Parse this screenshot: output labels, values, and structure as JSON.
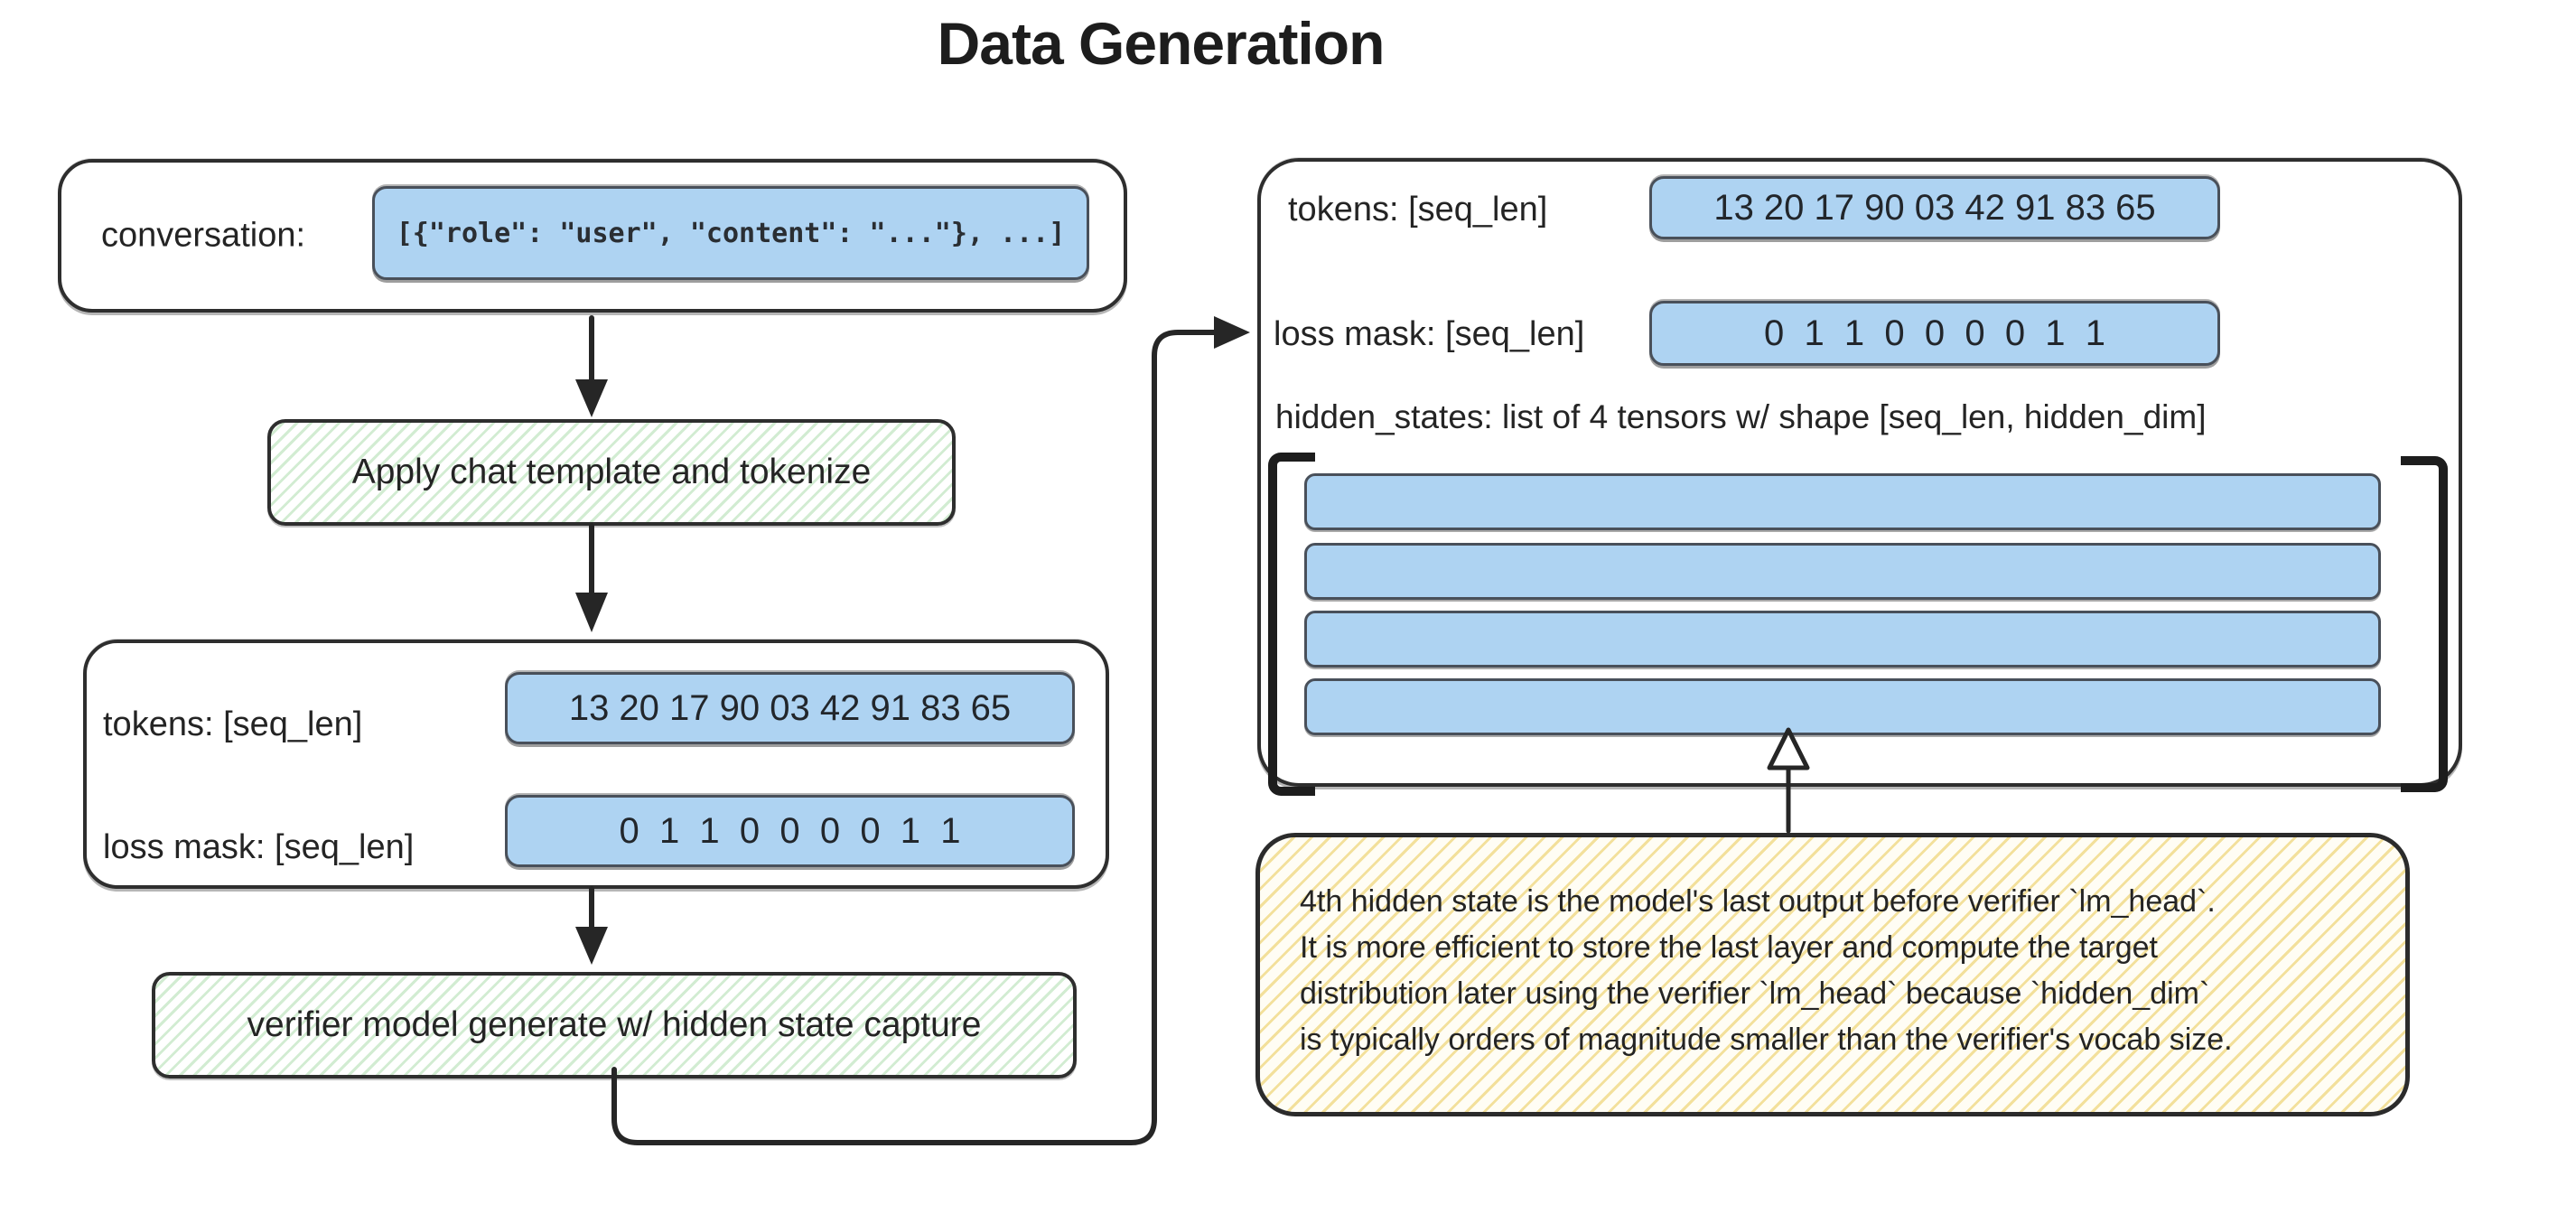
{
  "title": "Data Generation",
  "colors": {
    "chip_blue": "#aed3f2",
    "green_hatch": "#d2ecd2",
    "yellow_hatch": "#f3e09b",
    "stroke": "#2e2e2e",
    "text": "#242424"
  },
  "left": {
    "conversation_box": {
      "label": "conversation:",
      "code": "[{\"role\": \"user\", \"content\": \"...\"}, ...]"
    },
    "step1": "Apply chat template and tokenize",
    "tokens_box": {
      "tokens_label": "tokens: [seq_len]",
      "tokens_values": "13 20 17 90 03 42 91 83 65",
      "loss_label": "loss mask: [seq_len]",
      "loss_values": "0  1  1  0  0  0  0  1  1"
    },
    "step2": "verifier model generate w/ hidden state capture"
  },
  "right": {
    "output_box": {
      "tokens_label": "tokens: [seq_len]",
      "tokens_values": "13 20 17 90 03 42 91 83 65",
      "loss_label": "loss mask: [seq_len]",
      "loss_values": "0  1  1  0  0  0  0  1  1",
      "hidden_label": "hidden_states: list of 4 tensors w/ shape [seq_len, hidden_dim]",
      "tensor_count": "4"
    },
    "note": {
      "text": "4th hidden state is the model's last output before verifier `lm_head`.\nIt is more efficient to store the last layer and compute the target\ndistribution later using the verifier `lm_head` because `hidden_dim`\nis typically orders of magnitude smaller than the verifier's vocab size."
    }
  }
}
